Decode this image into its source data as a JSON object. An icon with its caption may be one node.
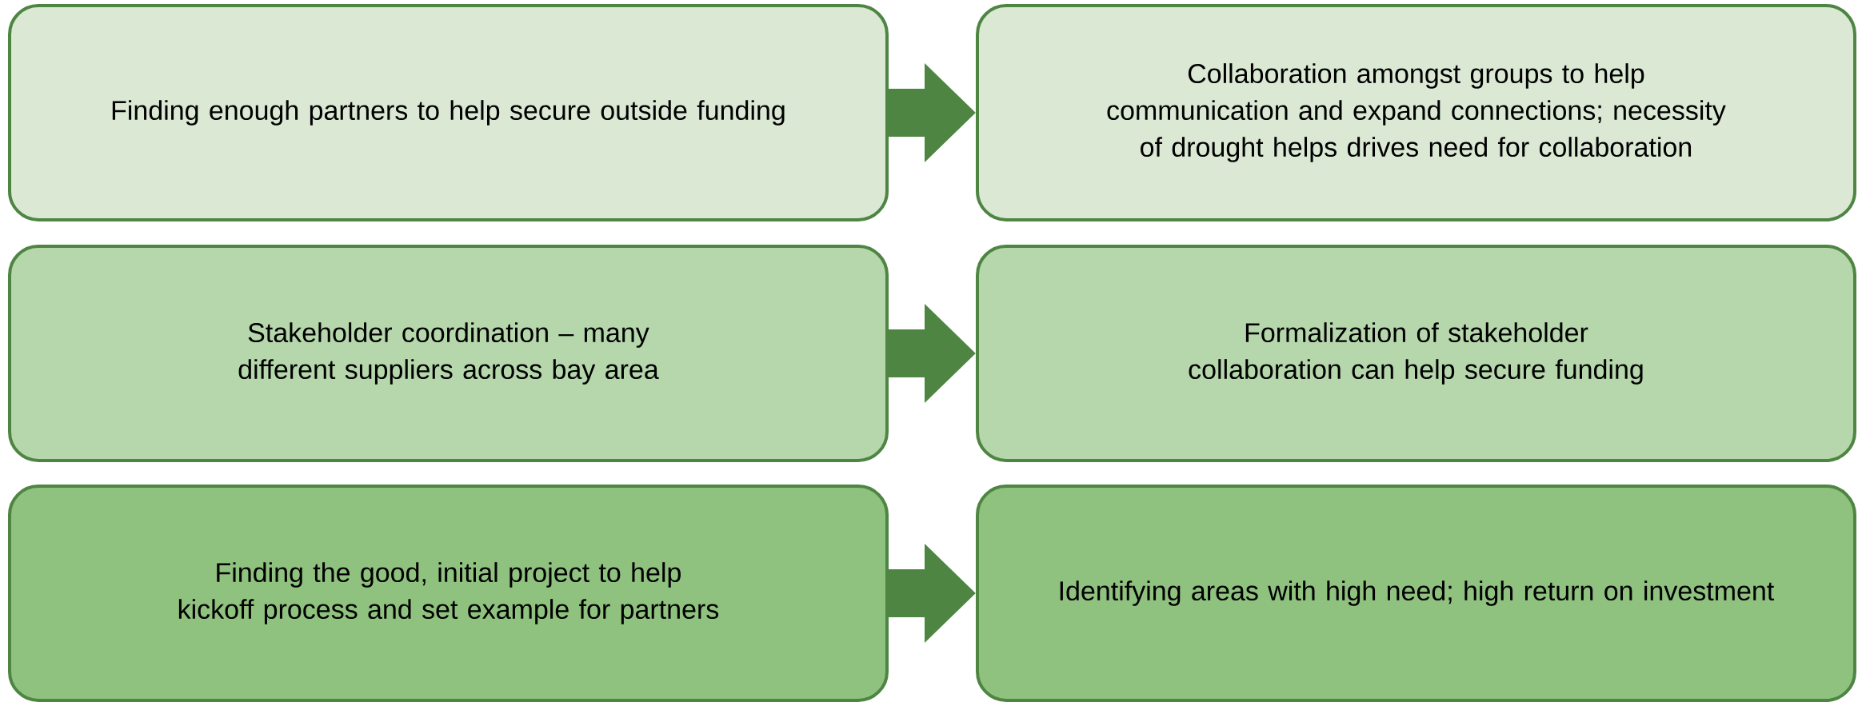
{
  "diagram": {
    "nodes": [
      {
        "text": [
          "Finding enough partners to help secure outside funding"
        ]
      },
      {
        "text": [
          "Collaboration amongst groups to help communication and expand connections; necessity of drought helps drives need for collaboration"
        ]
      },
      {
        "text": [
          "Stakeholder coordination – many different suppliers across bay area"
        ]
      },
      {
        "text": [
          "Formalization of stakeholder collaboration can help secure funding"
        ]
      },
      {
        "text": [
          "Finding the good, initial project to help kickoff process and set example for partners"
        ]
      },
      {
        "text": [
          "Identifying areas with high need; high return on investment"
        ]
      }
    ],
    "edges": [
      {
        "from": 0,
        "to": 1,
        "arrow": "to"
      },
      {
        "from": 2,
        "to": 3,
        "arrow": "to"
      },
      {
        "from": 4,
        "to": 5,
        "arrow": "to"
      }
    ]
  }
}
